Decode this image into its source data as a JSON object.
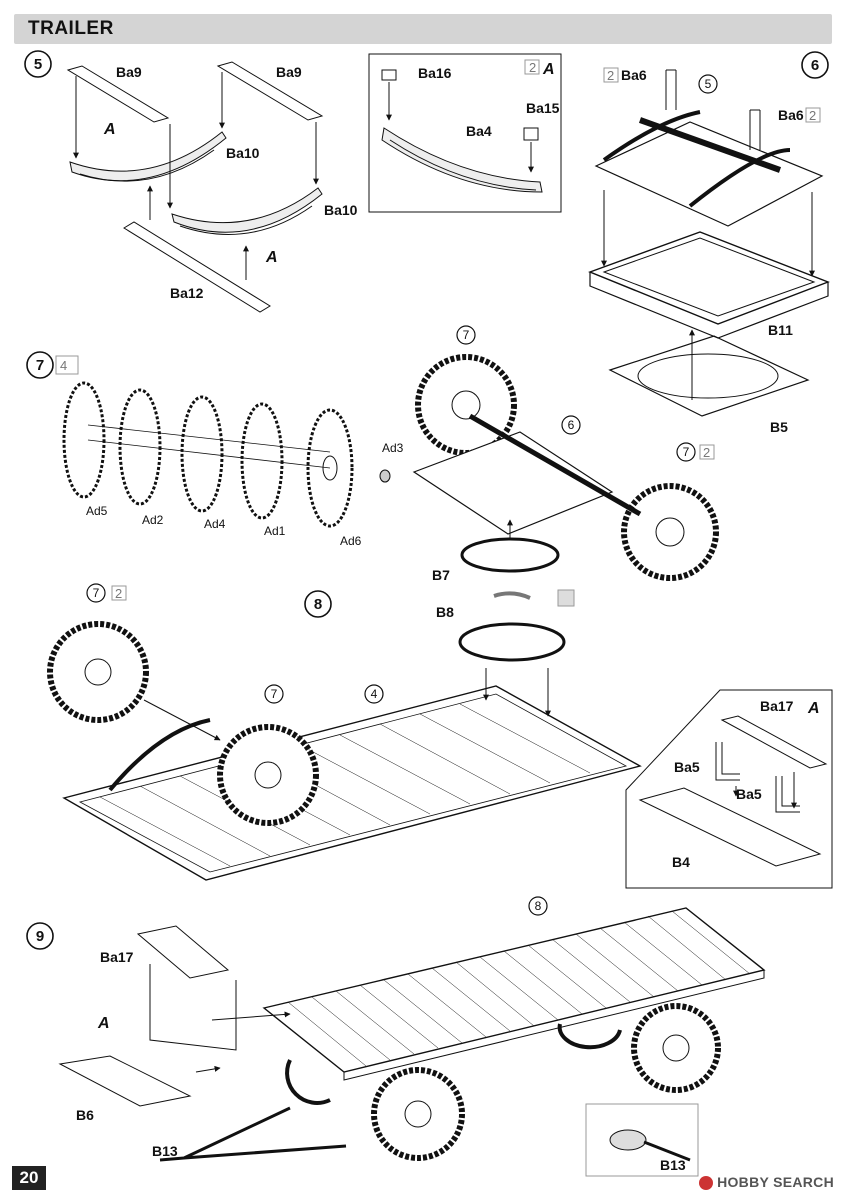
{
  "header": {
    "title": "TRAILER"
  },
  "page_number": "20",
  "watermark": "HOBBY SEARCH",
  "steps": {
    "s5": {
      "number": "5",
      "labels": {
        "ba9_a": "Ba9",
        "ba9_b": "Ba9",
        "a1": "A",
        "ba10_a": "Ba10",
        "ba10_b": "Ba10",
        "a2": "A",
        "ba12": "Ba12"
      }
    },
    "subA": {
      "qty": "2",
      "letter": "A",
      "labels": {
        "ba16": "Ba16",
        "ba15": "Ba15",
        "ba4": "Ba4"
      }
    },
    "s6": {
      "number": "6",
      "labels": {
        "ba6_a": "Ba6",
        "ba6_b": "Ba6",
        "ref5": "5",
        "b11": "B11",
        "b5": "B5"
      },
      "qty_a": "2",
      "qty_b": "2"
    },
    "s7": {
      "number": "7",
      "qty": "4",
      "labels": {
        "ad5": "Ad5",
        "ad2": "Ad2",
        "ad4": "Ad4",
        "ad1": "Ad1",
        "ad6": "Ad6",
        "ad3": "Ad3"
      }
    },
    "s7b": {
      "ref7a": "7",
      "ref6": "6",
      "ref7b": "7",
      "qty": "2",
      "labels": {
        "b7": "B7",
        "b8": "B8"
      }
    },
    "s8": {
      "number": "8",
      "ref7a": "7",
      "qty": "2",
      "ref7b": "7",
      "ref4": "4"
    },
    "subA2": {
      "letter": "A",
      "labels": {
        "ba17": "Ba17",
        "ba5_a": "Ba5",
        "ba5_b": "Ba5",
        "b4": "B4"
      }
    },
    "s9": {
      "number": "9",
      "ref8": "8",
      "labels": {
        "ba17": "Ba17",
        "a": "A",
        "b6": "B6",
        "b13_a": "B13",
        "b13_b": "B13"
      }
    }
  }
}
